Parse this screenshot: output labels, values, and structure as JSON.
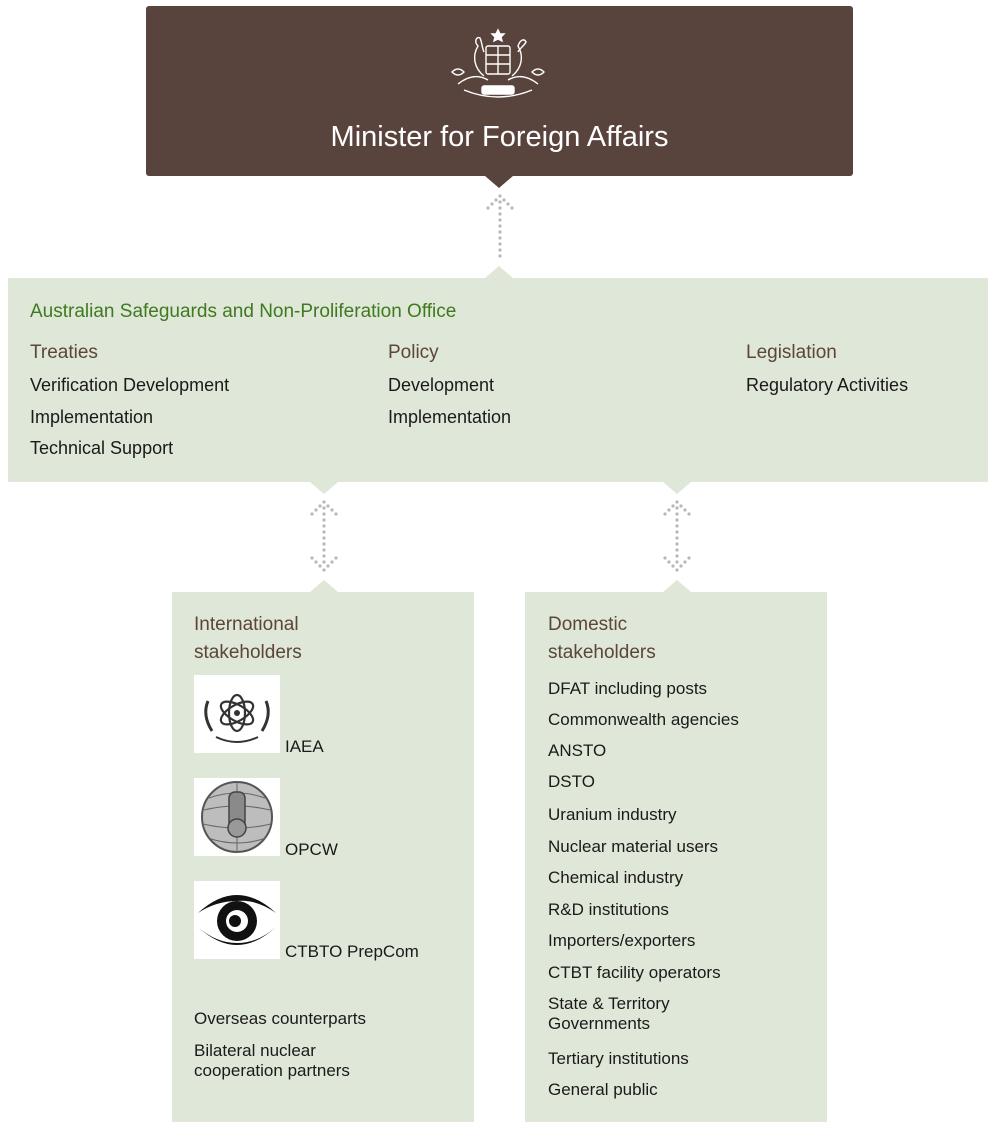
{
  "minister": {
    "title": "Minister for Foreign Affairs",
    "crest_icon": "australian-coat-of-arms-icon"
  },
  "office": {
    "title": "Australian Safeguards and Non-Proliferation Office",
    "columns": [
      {
        "heading": "Treaties",
        "items": [
          "Verification Development",
          "Implementation",
          "Technical Support"
        ]
      },
      {
        "heading": "Policy",
        "items": [
          "Development",
          "Implementation"
        ]
      },
      {
        "heading": "Legislation",
        "items": [
          "Regulatory Activities"
        ]
      }
    ]
  },
  "international": {
    "heading_line1": "International",
    "heading_line2": "stakeholders",
    "orgs": [
      {
        "label": "IAEA",
        "icon": "iaea-logo-icon"
      },
      {
        "label": "OPCW",
        "icon": "opcw-logo-icon"
      },
      {
        "label": "CTBTO PrepCom",
        "icon": "ctbto-logo-icon"
      }
    ],
    "others": [
      "Overseas counterparts",
      "Bilateral nuclear cooperation partners"
    ]
  },
  "domestic": {
    "heading_line1": "Domestic",
    "heading_line2": "stakeholders",
    "items": [
      "DFAT including posts",
      "Commonwealth agencies",
      "ANSTO",
      "DSTO",
      "Uranium industry",
      "Nuclear material users",
      "Chemical industry",
      "R&D institutions",
      "Importers/exporters",
      "CTBT facility operators",
      "State & Territory Governments",
      "Tertiary institutions",
      "General public"
    ]
  },
  "colors": {
    "minister_bg": "#58443c",
    "panel_bg": "#dfe7d8",
    "office_title": "#3f7a1e",
    "heading": "#5b4638",
    "connector": "#b8b8b8"
  }
}
